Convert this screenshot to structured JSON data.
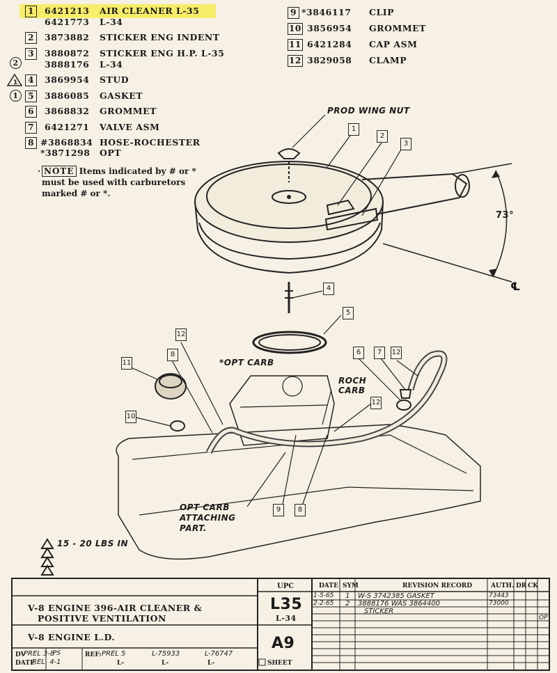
{
  "parts_list": [
    {
      "item": "1",
      "parts": [
        "6421213",
        "6421773"
      ],
      "desc": [
        "AIR CLEANER L-35",
        "L-34"
      ],
      "marker": ""
    },
    {
      "item": "2",
      "parts": [
        "3873882"
      ],
      "desc": [
        "STICKER ENG INDENT"
      ],
      "marker": ""
    },
    {
      "item": "3",
      "parts": [
        "3880872",
        "3888176"
      ],
      "desc": [
        "STICKER ENG H.P.  L-35",
        "L-34"
      ],
      "marker": "2"
    },
    {
      "item": "4",
      "parts": [
        "3869954"
      ],
      "desc": [
        "STUD"
      ],
      "marker": "1"
    },
    {
      "item": "5",
      "parts": [
        "3886085"
      ],
      "desc": [
        "GASKET"
      ],
      "marker": "1"
    },
    {
      "item": "6",
      "parts": [
        "3868832"
      ],
      "desc": [
        "GROMMET"
      ],
      "marker": ""
    },
    {
      "item": "7",
      "parts": [
        "6421271"
      ],
      "desc": [
        "VALVE ASM"
      ],
      "marker": ""
    },
    {
      "item": "8",
      "parts": [
        "#3868834",
        "*3871298"
      ],
      "desc": [
        "HOSE-ROCHESTER",
        "OPT"
      ],
      "marker": ""
    },
    {
      "item": "9",
      "parts": [
        "*3846117"
      ],
      "desc": [
        "CLIP"
      ],
      "marker": ""
    },
    {
      "item": "10",
      "parts": [
        "3856954"
      ],
      "desc": [
        "GROMMET"
      ],
      "marker": ""
    },
    {
      "item": "11",
      "parts": [
        "6421284"
      ],
      "desc": [
        "CAP ASM"
      ],
      "marker": ""
    },
    {
      "item": "12",
      "parts": [
        "3829058"
      ],
      "desc": [
        "CLAMP"
      ],
      "marker": ""
    }
  ],
  "note": {
    "label": "NOTE",
    "line1": "Items indicated by # or *",
    "line2": "must be used with carburetors",
    "line3": "marked # or *."
  },
  "diagram": {
    "prod_wing_nut": "PROD WING NUT",
    "angle": "73°",
    "centerline": "℄",
    "opt_carb": "*OPT CARB",
    "roch_carb_1": "ROCH",
    "roch_carb_2": "CARB",
    "opt_carb_attaching_1": "OPT CARB",
    "opt_carb_attaching_2": "ATTACHING",
    "opt_carb_attaching_3": "PART.",
    "torque": "15 - 20 LBS IN",
    "callouts": [
      "1",
      "2",
      "3",
      "4",
      "5",
      "6",
      "7",
      "12",
      "11",
      "8",
      "12",
      "10",
      "12",
      "9",
      "8"
    ]
  },
  "title_block": {
    "header_upc": "UPC",
    "header_date": "DATE",
    "header_sym": "SYM",
    "header_revision": "REVISION RECORD",
    "header_auth": "AUTH.",
    "header_dr": "DR",
    "header_ck": "CK",
    "title_line1": "V-8 ENGINE 396-AIR CLEANER &",
    "title_line2": "POSITIVE VENTILATION",
    "subtitle": "V-8 ENGINE L.D.",
    "upc_main": "L35",
    "upc_sub": "L-34",
    "sheet_code": "A9",
    "sheet_label": "SHEET",
    "dv_label": "DV",
    "dv_value": "PREL 3-8",
    "dv_init": "PS",
    "date_rel_label": "DATE",
    "date_rel_value": "REL. 4-1",
    "ref_label": "REF:",
    "ref_1": "PREL 5",
    "ref_2": "L-75933",
    "ref_3": "L-76747",
    "ref_l1": "L-",
    "ref_l2": "L-",
    "ref_l3": "L-",
    "rev1_date": "1-5-65",
    "rev1_sym": "1",
    "rev1_text": "W-S 3742385 GASKET",
    "rev1_auth": "73443",
    "rev2_date": "2-2-65",
    "rev2_sym": "2",
    "rev2_text": "3888176 WAS 3864400",
    "rev2_text2": "STICKER",
    "rev2_auth": "73000",
    "op_mark": "OP"
  }
}
